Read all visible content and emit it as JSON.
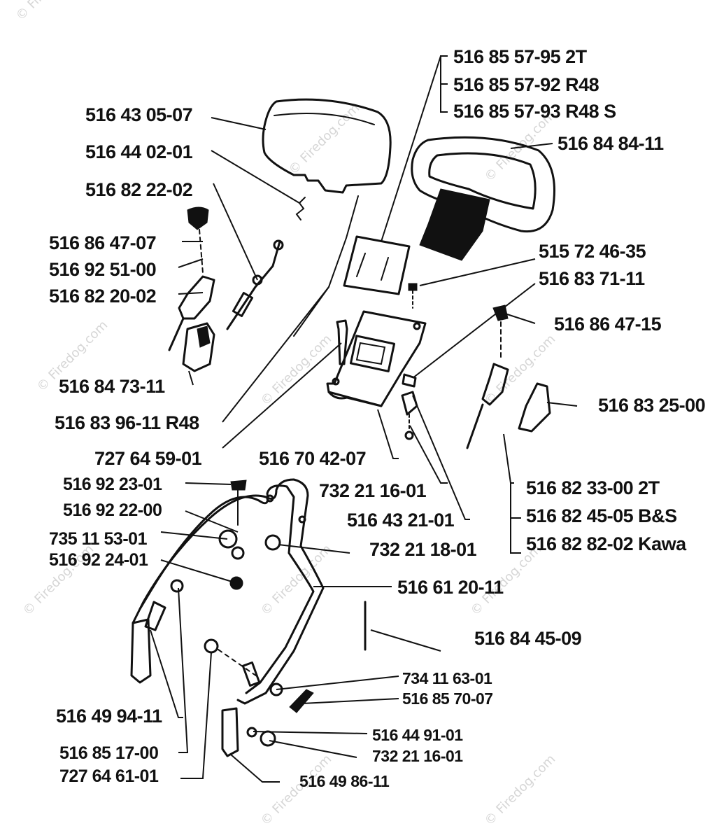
{
  "watermark": "© Firedog.com",
  "labels": {
    "l01": "516 85 57-95 2T",
    "l02": "516 85 57-92 R48",
    "l03": "516 85 57-93 R48 S",
    "l04": "516 43 05-07",
    "l05": "516 84 84-11",
    "l06": "516 44 02-01",
    "l07": "516 82 22-02",
    "l08": "516 86 47-07",
    "l09": "516 92 51-00",
    "l10": "516 82 20-02",
    "l11": "515 72 46-35",
    "l12": "516 83 71-11",
    "l13": "516 86 47-15",
    "l14": "516 84 73-11",
    "l15": "516 83 25-00",
    "l16": "516 83 96-11 R48",
    "l17": "727 64 59-01",
    "l18": "516 70 42-07",
    "l19": "516 92 23-01",
    "l20": "732 21 16-01",
    "l21": "516 82 33-00 2T",
    "l22": "516 92 22-00",
    "l23": "516 43 21-01",
    "l24": "516 82 45-05 B&S",
    "l25": "735 11 53-01",
    "l26": "732 21 18-01",
    "l27": "516 82 82-02 Kawa",
    "l28": "516 92 24-01",
    "l29": "516 61 20-11",
    "l30": "516 84 45-09",
    "l31": "734 11 63-01",
    "l32": "516 85 70-07",
    "l33": "516 49 94-11",
    "l34": "516 44 91-01",
    "l35": "516 85 17-00",
    "l36": "732 21 16-01",
    "l37": "727 64 61-01",
    "l38": "516 49 86-11"
  }
}
